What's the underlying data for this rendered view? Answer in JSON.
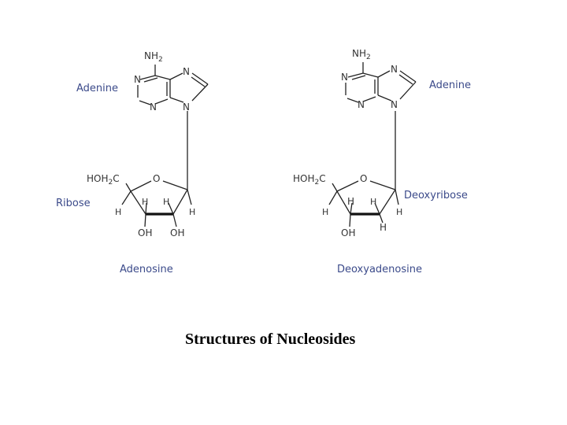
{
  "left": {
    "base_label": "Adenine",
    "sugar_label": "Ribose",
    "name": "Adenosine",
    "atoms": {
      "nh2": "NH",
      "nh2_sub": "2",
      "n1": "N",
      "n3": "N",
      "n7": "N",
      "n9": "N",
      "ring_o": "O",
      "hoh2c_a": "HOH",
      "hoh2c_sub": "2",
      "hoh2c_b": "C",
      "h_c4": "H",
      "h_c3": "H",
      "h_c2": "H",
      "h_c1": "H",
      "oh_c3": "OH",
      "oh_c2": "OH"
    }
  },
  "right": {
    "base_label": "Adenine",
    "sugar_label": "Deoxyribose",
    "name": "Deoxyadenosine",
    "atoms": {
      "nh2": "NH",
      "nh2_sub": "2",
      "n1": "N",
      "n3": "N",
      "n7": "N",
      "n9": "N",
      "ring_o": "O",
      "hoh2c_a": "HOH",
      "hoh2c_sub": "2",
      "hoh2c_b": "C",
      "h_c4": "H",
      "h_c3": "H",
      "h_c2": "H",
      "h_c1": "H",
      "oh_c3": "OH",
      "h_c2b": "H"
    }
  },
  "caption": "Structures of Nucleosides"
}
